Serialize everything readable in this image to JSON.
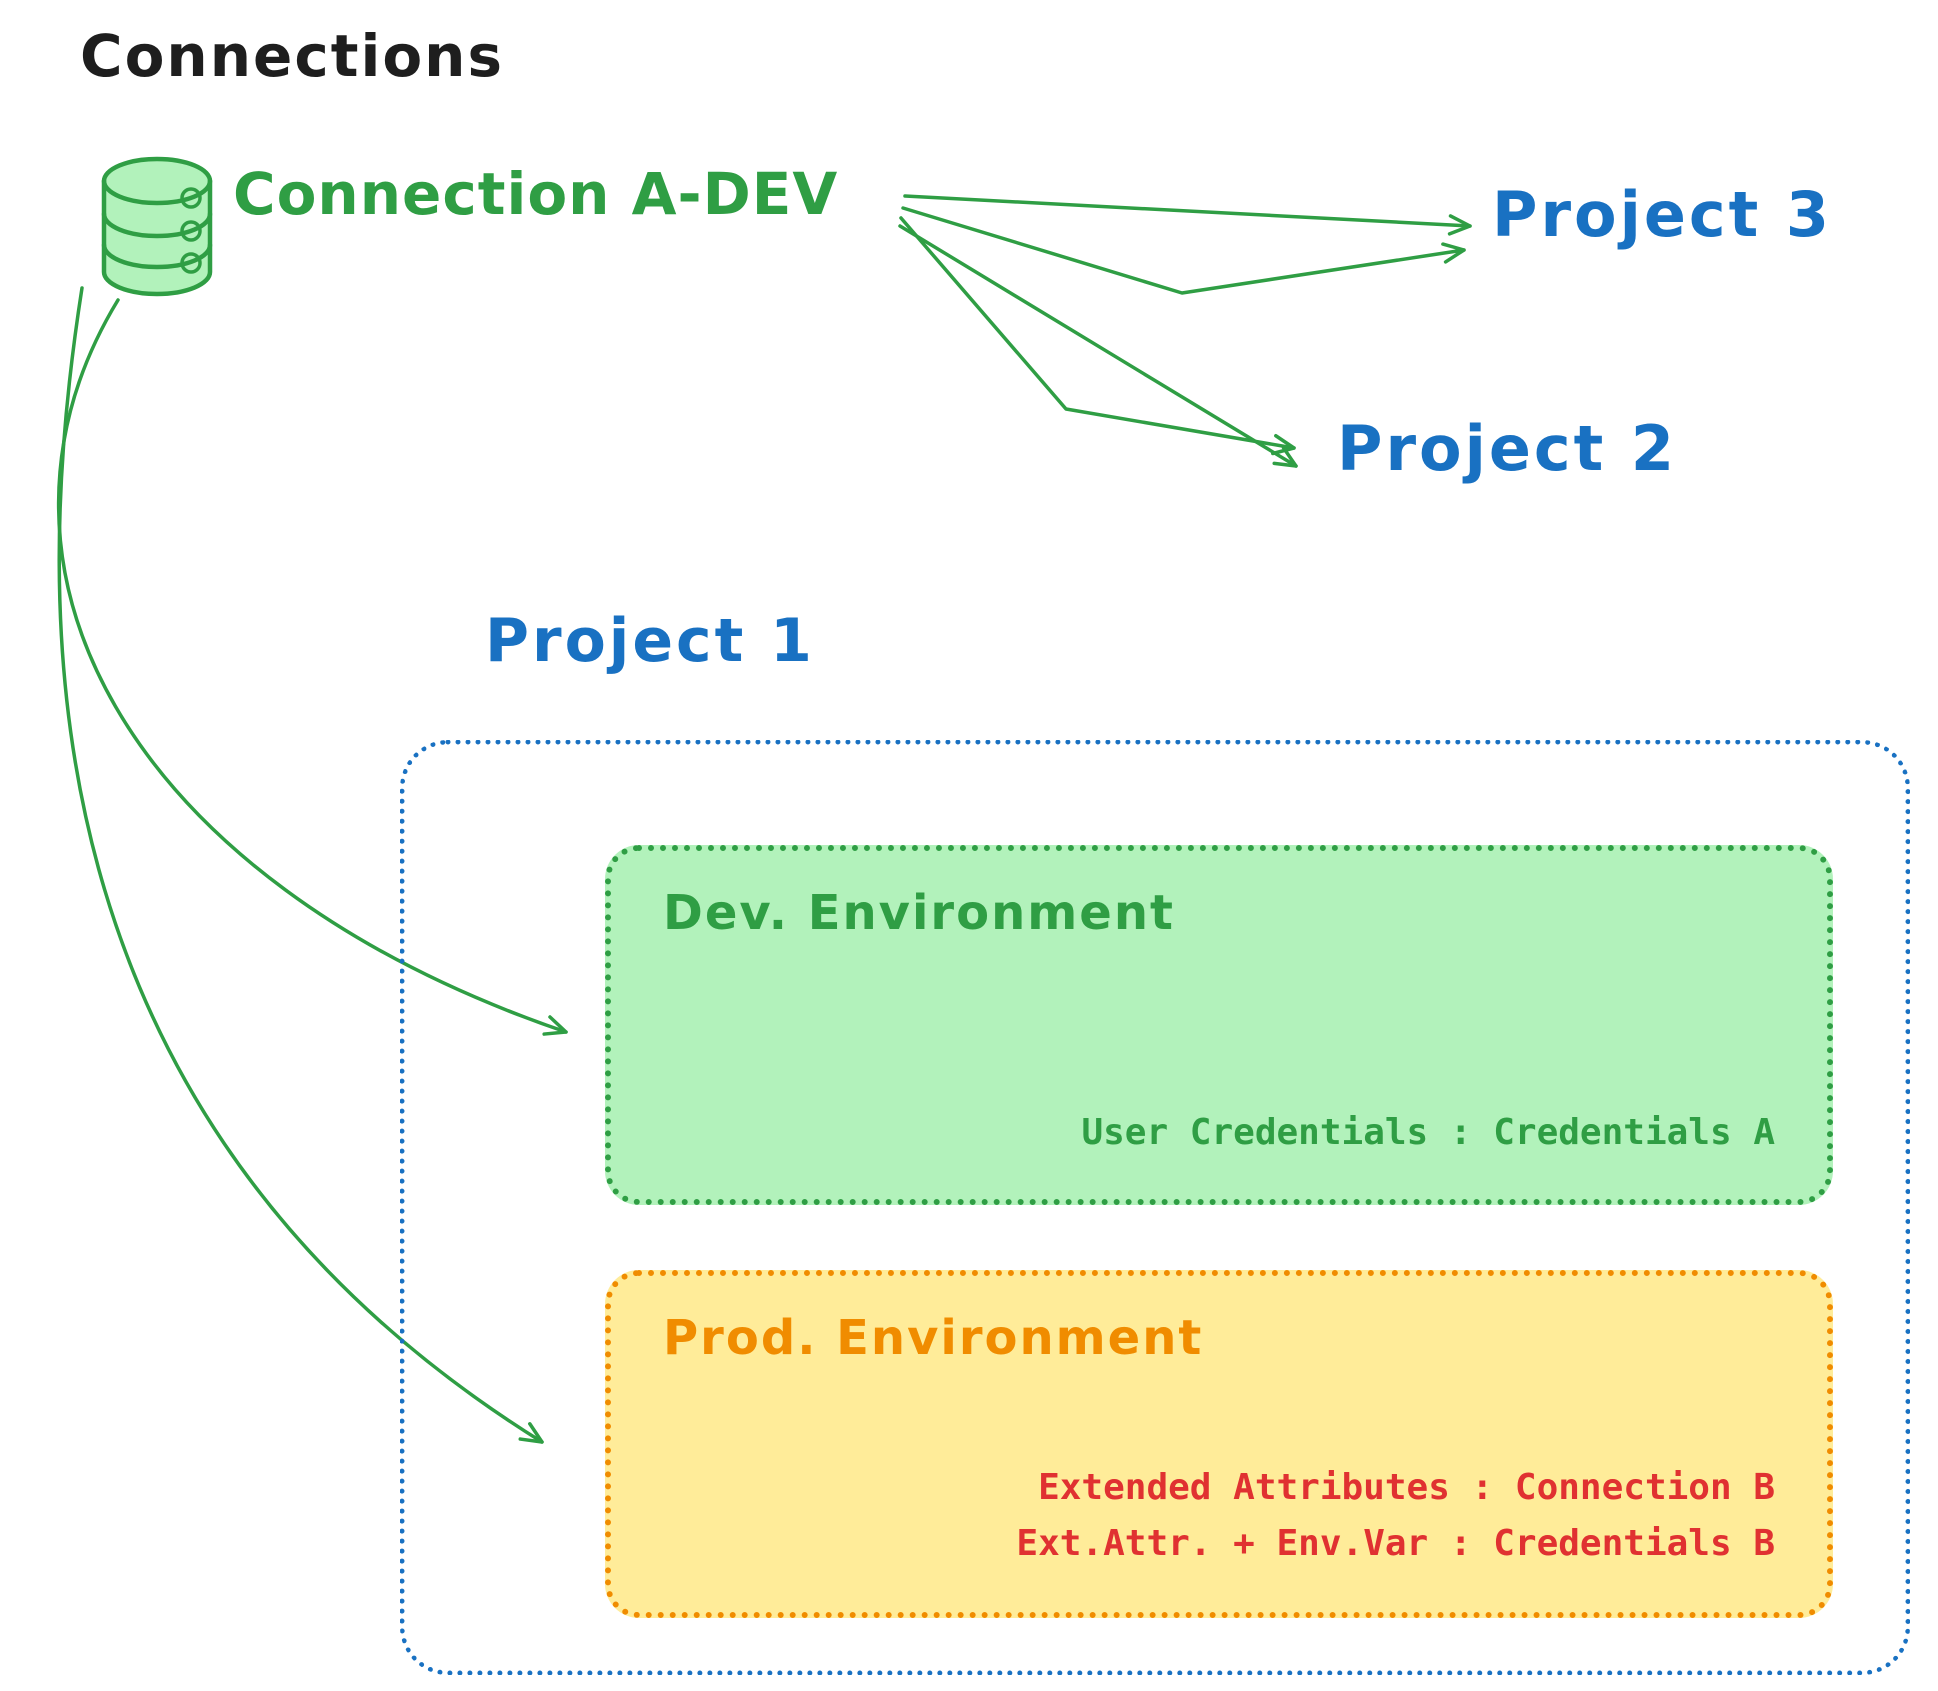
{
  "title": "Connections",
  "connection": {
    "icon": "database-icon",
    "label": "Connection A-DEV"
  },
  "projects": {
    "project1": "Project 1",
    "project2": "Project 2",
    "project3": "Project 3"
  },
  "dev_environment": {
    "label": "Dev. Environment",
    "credentials": "User Credentials : Credentials A"
  },
  "prod_environment": {
    "label": "Prod. Environment",
    "attr_line1": "Extended Attributes : Connection B",
    "attr_line2": "Ext.Attr. + Env.Var : Credentials B"
  },
  "colors": {
    "green": "#2f9e44",
    "green_fill": "#b2f2bb",
    "blue": "#1971c2",
    "orange": "#f08c00",
    "orange_fill": "#ffec99",
    "red": "#e03131",
    "title_black": "#1e1e1e"
  }
}
